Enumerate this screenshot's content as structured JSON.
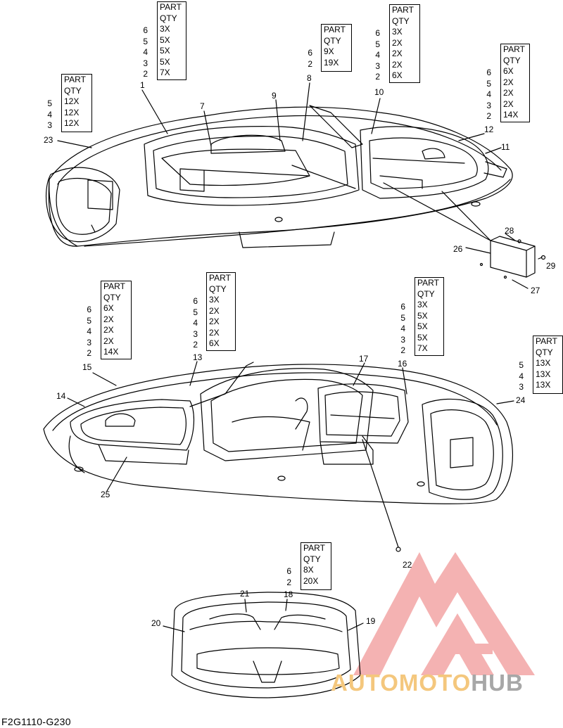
{
  "figure_id": "F2G1110-G230",
  "watermark": {
    "part1": "AUTO",
    "part2": "MOTO",
    "part3": "HUB",
    "colors": {
      "part1": "#f4c77d",
      "part2": "#f4c77d",
      "part3": "#a7a7a7",
      "logo": "#f08a8a"
    }
  },
  "header_labels": {
    "part": "PART",
    "qty": "QTY"
  },
  "tables": [
    {
      "id": "t1",
      "parts": [
        "6",
        "5",
        "4",
        "3",
        "2"
      ],
      "qtys": [
        "3X",
        "5X",
        "5X",
        "5X",
        "7X"
      ]
    },
    {
      "id": "t2",
      "parts": [
        "6",
        "2"
      ],
      "qtys": [
        "9X",
        "19X"
      ]
    },
    {
      "id": "t3",
      "parts": [
        "6",
        "5",
        "4",
        "3",
        "2"
      ],
      "qtys": [
        "3X",
        "2X",
        "2X",
        "2X",
        "6X"
      ]
    },
    {
      "id": "t4",
      "parts": [
        "6",
        "5",
        "4",
        "3",
        "2"
      ],
      "qtys": [
        "6X",
        "2X",
        "2X",
        "2X",
        "14X"
      ]
    },
    {
      "id": "t5",
      "parts": [
        "5",
        "4",
        "3"
      ],
      "qtys": [
        "12X",
        "12X",
        "12X"
      ]
    },
    {
      "id": "t6",
      "parts": [
        "6",
        "5",
        "4",
        "3",
        "2"
      ],
      "qtys": [
        "6X",
        "2X",
        "2X",
        "2X",
        "14X"
      ]
    },
    {
      "id": "t7",
      "parts": [
        "6",
        "5",
        "4",
        "3",
        "2"
      ],
      "qtys": [
        "3X",
        "2X",
        "2X",
        "2X",
        "6X"
      ]
    },
    {
      "id": "t8",
      "parts": [
        "6",
        "5",
        "4",
        "3",
        "2"
      ],
      "qtys": [
        "3X",
        "5X",
        "5X",
        "5X",
        "7X"
      ]
    },
    {
      "id": "t9",
      "parts": [
        "5",
        "4",
        "3"
      ],
      "qtys": [
        "13X",
        "13X",
        "13X"
      ]
    },
    {
      "id": "t10",
      "parts": [
        "6",
        "2"
      ],
      "qtys": [
        "8X",
        "20X"
      ]
    }
  ],
  "callouts": [
    "1",
    "7",
    "9",
    "8",
    "10",
    "12",
    "11",
    "23",
    "26",
    "28",
    "29",
    "27",
    "15",
    "13",
    "17",
    "16",
    "14",
    "24",
    "25",
    "22",
    "21",
    "18",
    "20",
    "19"
  ]
}
